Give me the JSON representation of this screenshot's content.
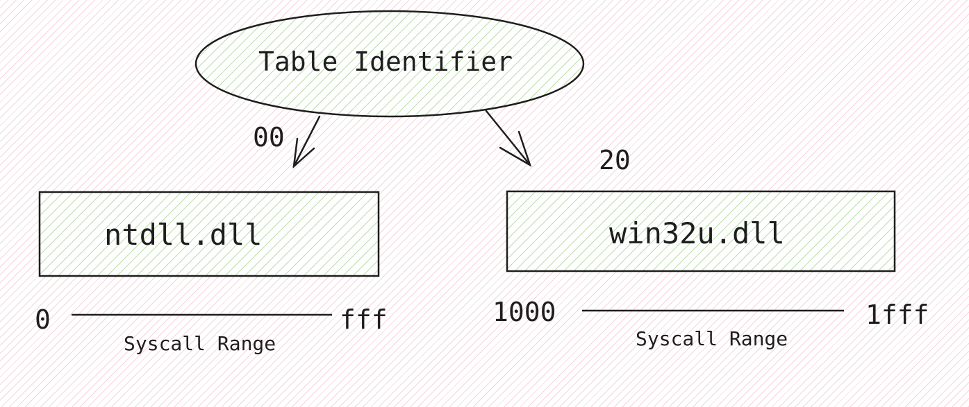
{
  "root": {
    "label": "Table Identifier",
    "fill_color": "#d8ecd0"
  },
  "branches": [
    {
      "id_label": "00",
      "module_label": "ntdll.dll",
      "range_start": "0",
      "range_end": "fff",
      "range_caption": "Syscall Range"
    },
    {
      "id_label": "20",
      "module_label": "win32u.dll",
      "range_start": "1000",
      "range_end": "1fff",
      "range_caption": "Syscall Range"
    }
  ],
  "colors": {
    "stroke": "#1e1e1e",
    "hatch_green": "#b7dba8",
    "background_hatch": "#f3d5dc"
  }
}
